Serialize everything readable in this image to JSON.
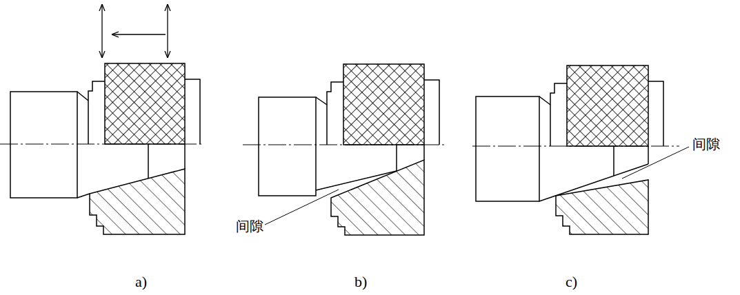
{
  "diagram": {
    "labels": [
      "间隙",
      "间隙",
      "a)",
      "b)",
      "c)"
    ]
  }
}
